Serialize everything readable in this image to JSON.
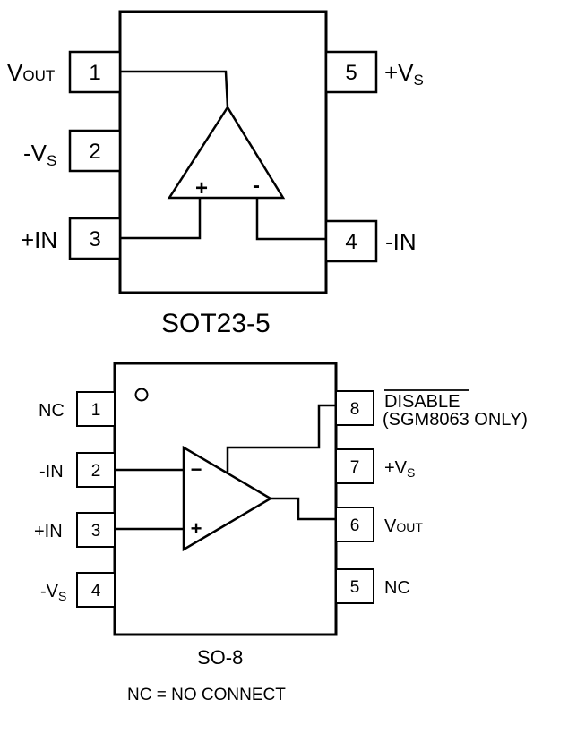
{
  "sot23": {
    "package_label": "SOT23-5",
    "pins": [
      {
        "number": "1",
        "name": "V",
        "sub": "OUT"
      },
      {
        "number": "2",
        "name": "-V",
        "sub": "S"
      },
      {
        "number": "3",
        "name": "+IN",
        "sub": ""
      },
      {
        "number": "4",
        "name": "-IN",
        "sub": ""
      },
      {
        "number": "5",
        "name": "+V",
        "sub": "S"
      }
    ],
    "amp_plus": "+",
    "amp_minus": "-"
  },
  "so8": {
    "package_label": "SO-8",
    "pins": [
      {
        "number": "1",
        "name": "NC",
        "sub": ""
      },
      {
        "number": "2",
        "name": "-IN",
        "sub": ""
      },
      {
        "number": "3",
        "name": "+IN",
        "sub": ""
      },
      {
        "number": "4",
        "name": "-V",
        "sub": "S"
      },
      {
        "number": "5",
        "name": "NC",
        "sub": ""
      },
      {
        "number": "6",
        "name": "V",
        "sub": "OUT"
      },
      {
        "number": "7",
        "name": "+V",
        "sub": "S"
      },
      {
        "number": "8",
        "name": "DISABLE",
        "sub": "",
        "note": "(SGM8063 ONLY)"
      }
    ],
    "amp_plus": "+",
    "amp_minus": "−"
  },
  "footnote": "NC = NO CONNECT"
}
